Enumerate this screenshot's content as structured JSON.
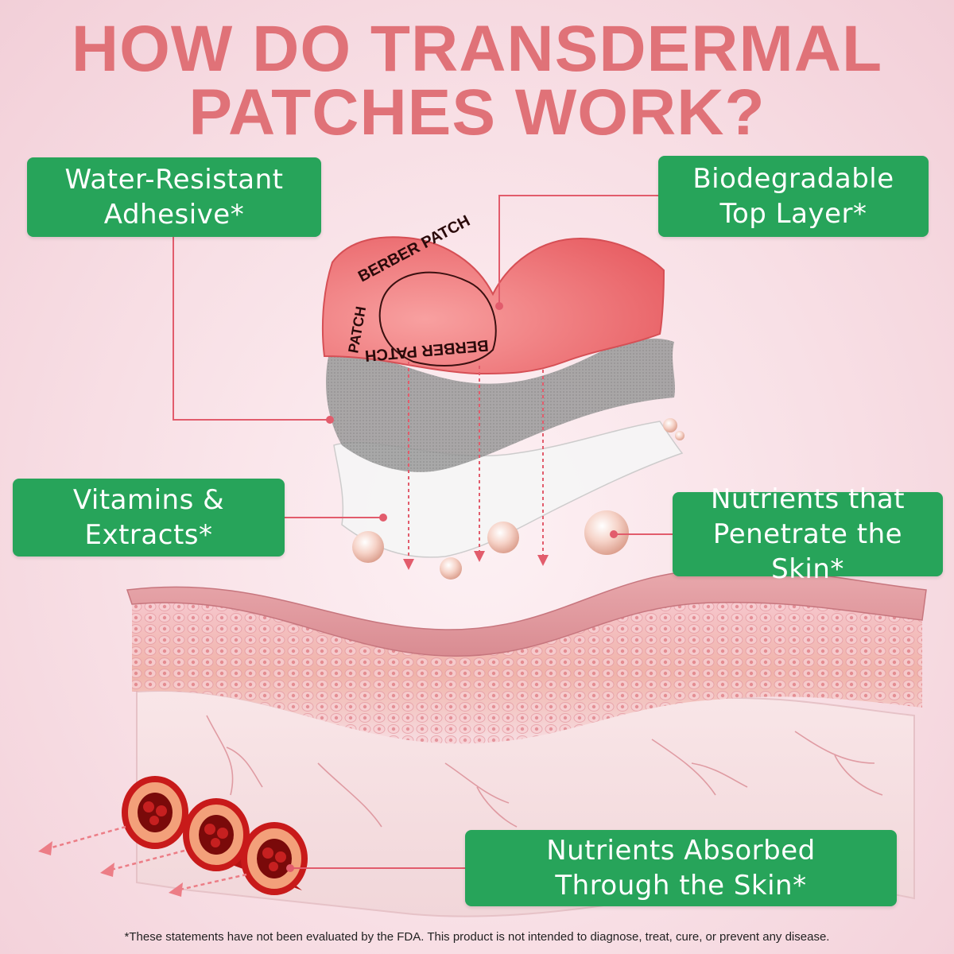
{
  "title": {
    "line1": "HOW DO TRANSDERMAL",
    "line2": "PATCHES WORK?"
  },
  "labels": {
    "water_resistant": {
      "line1": "Water-Resistant",
      "line2": "Adhesive*"
    },
    "biodegradable": {
      "line1": "Biodegradable",
      "line2": "Top Layer*"
    },
    "vitamins": {
      "line1": "Vitamins &",
      "line2": "Extracts*"
    },
    "nutrients_penetrate": {
      "line1": "Nutrients that",
      "line2": "Penetrate the Skin*"
    },
    "nutrients_absorbed": {
      "line1": "Nutrients Absorbed",
      "line2": "Through the Skin*"
    }
  },
  "patch": {
    "text_left": "BERBER PATCH",
    "text_right": "BERBER PATCH",
    "text_side": "PATCH"
  },
  "disclaimer": "*These statements have not been evaluated by the FDA. This product is not intended to diagnose, treat, cure, or prevent any disease.",
  "colors": {
    "title": "#e07278",
    "label_bg": "#27a45a",
    "label_text": "#ffffff",
    "leader_line": "#e25c6c",
    "patch_top": "#f06e70",
    "adhesive": "#9c9c9c",
    "vessel": "#c81a1a"
  }
}
